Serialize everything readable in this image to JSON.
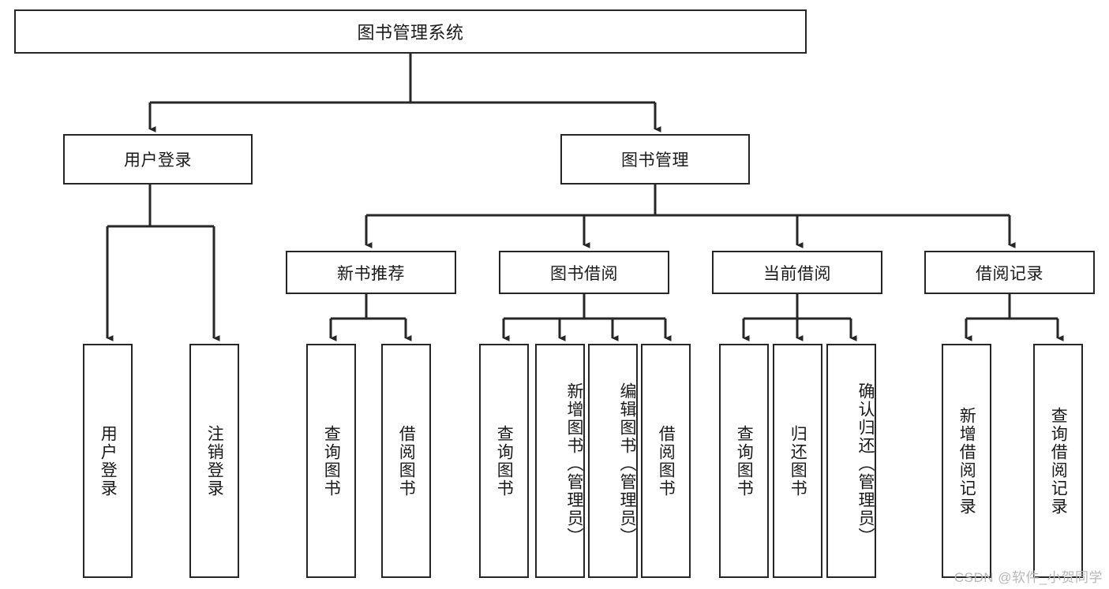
{
  "diagram": {
    "title": "图书管理系统",
    "type": "tree",
    "watermark": "CSDN @软件_小贺同学",
    "colors": {
      "box_border": "#262626",
      "box_fill": "#ffffff",
      "edge": "#262626",
      "text": "#1a1a1a",
      "watermark": "#b8b8b8"
    },
    "root": {
      "label": "图书管理系统"
    },
    "level2": [
      {
        "id": "user-login",
        "label": "用户登录"
      },
      {
        "id": "book-manage",
        "label": "图书管理"
      }
    ],
    "level3": [
      {
        "id": "new-book-rec",
        "label": "新书推荐"
      },
      {
        "id": "book-borrow",
        "label": "图书借阅"
      },
      {
        "id": "current-borrow",
        "label": "当前借阅"
      },
      {
        "id": "borrow-record",
        "label": "借阅记录"
      }
    ],
    "leaves": {
      "user_login": [
        {
          "id": "leaf-user-login",
          "label": "用户登录"
        },
        {
          "id": "leaf-logout-login",
          "label": "注销登录"
        }
      ],
      "new_book_rec": [
        {
          "id": "leaf-query-book-1",
          "label": "查询图书"
        },
        {
          "id": "leaf-borrow-book-1",
          "label": "借阅图书"
        }
      ],
      "book_borrow": [
        {
          "id": "leaf-query-book-2",
          "label": "查询图书"
        },
        {
          "id": "leaf-add-book",
          "label": "新增图书（管理员）"
        },
        {
          "id": "leaf-edit-book",
          "label": "编辑图书（管理员）"
        },
        {
          "id": "leaf-borrow-book-2",
          "label": "借阅图书"
        }
      ],
      "current_borrow": [
        {
          "id": "leaf-query-book-3",
          "label": "查询图书"
        },
        {
          "id": "leaf-return-book",
          "label": "归还图书"
        },
        {
          "id": "leaf-confirm-return",
          "label": "确认归还（管理员）"
        }
      ],
      "borrow_record": [
        {
          "id": "leaf-add-record",
          "label": "新增借阅记录"
        },
        {
          "id": "leaf-query-record",
          "label": "查询借阅记录"
        }
      ]
    }
  }
}
